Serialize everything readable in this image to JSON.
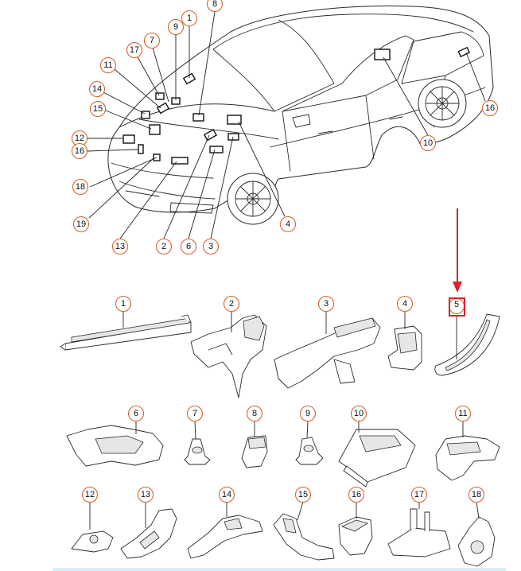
{
  "car_callouts": [
    "1",
    "8",
    "9",
    "7",
    "17",
    "11",
    "14",
    "15",
    "12",
    "16",
    "18",
    "19",
    "13",
    "2",
    "6",
    "3",
    "4",
    "10",
    "16"
  ],
  "part_labels": [
    "1",
    "2",
    "3",
    "4",
    "5",
    "6",
    "7",
    "8",
    "9",
    "10",
    "11",
    "12",
    "13",
    "14",
    "15",
    "16",
    "17",
    "18"
  ],
  "highlight": {
    "label": "5",
    "color": "#e0202a"
  },
  "colors": {
    "callout_stroke": "#d9622b",
    "line": "#2a2a2a",
    "accent_bar": "#d9eef7"
  }
}
